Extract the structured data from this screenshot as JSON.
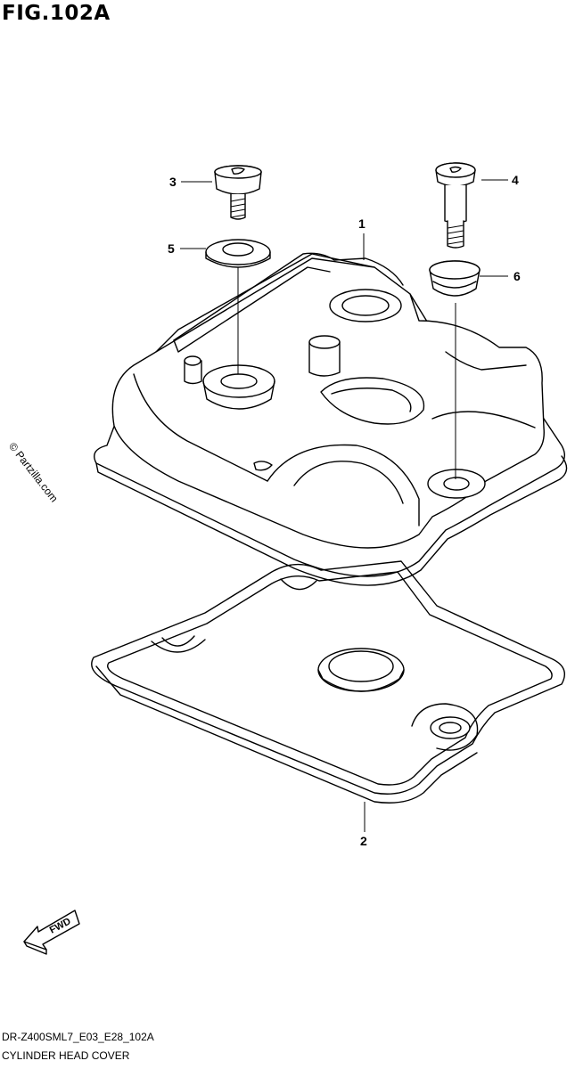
{
  "figure": {
    "title": "FIG.102A",
    "watermark": "© Partzilla.com",
    "diagram_code": "DR-Z400SML7_E03_E28_102A",
    "diagram_name": "CYLINDER HEAD COVER",
    "fwd_label": "FWD"
  },
  "callouts": [
    {
      "id": "1",
      "part": "cylinder-head-cover"
    },
    {
      "id": "2",
      "part": "cover-gasket"
    },
    {
      "id": "3",
      "part": "bolt"
    },
    {
      "id": "4",
      "part": "bolt"
    },
    {
      "id": "5",
      "part": "washer"
    },
    {
      "id": "6",
      "part": "grommet"
    }
  ]
}
